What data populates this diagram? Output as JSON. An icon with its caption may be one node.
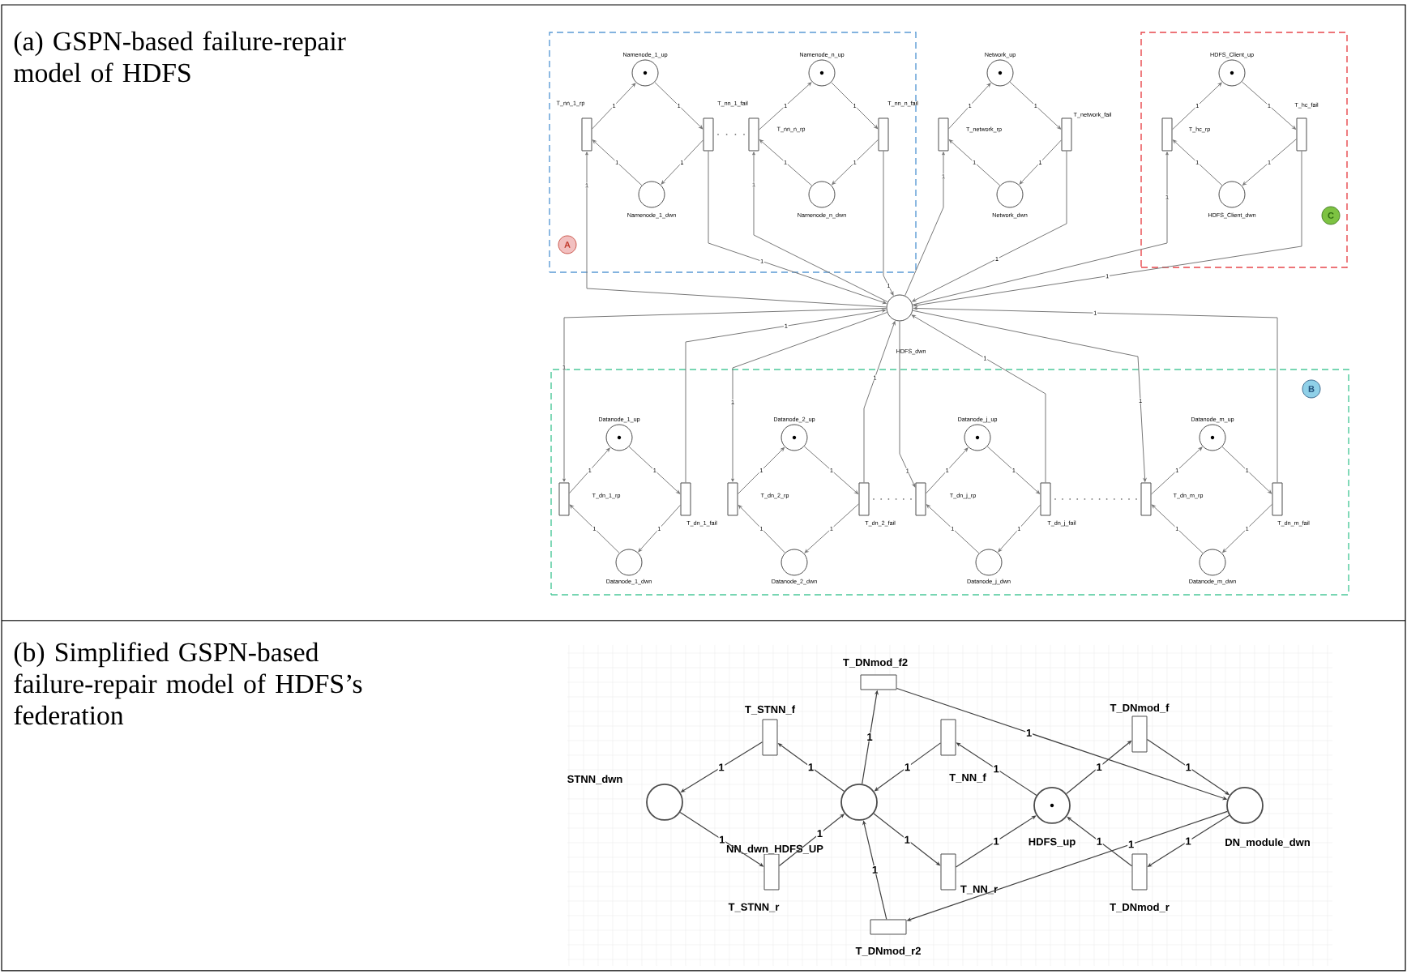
{
  "diagram": {
    "nodes": [
      {
        "text": [],
        "shape": "box"
      },
      {
        "text": [
          "A"
        ],
        "in": 0
      },
      {
        "text": [
          "Namenode_1_up"
        ],
        "in": 0
      },
      {
        "text": [
          "T_nn_1_rp"
        ],
        "in": 0
      },
      {
        "text": [
          "T_nn_1_fail"
        ],
        "in": 0
      },
      {
        "text": [
          "Namenode_1_dwn"
        ],
        "in": 0
      },
      {
        "text": [
          "Namenode_n_up"
        ],
        "in": 0
      },
      {
        "text": [
          "T_nn_n_rp"
        ],
        "in": 0
      },
      {
        "text": [
          "T_nn_n_fail"
        ],
        "in": 0
      },
      {
        "text": [
          "Namenode_n_dwn"
        ],
        "in": 0
      },
      {
        "text": [
          "Network_up"
        ]
      },
      {
        "text": [
          "T_network_rp"
        ]
      },
      {
        "text": [
          "T_network_fail"
        ]
      },
      {
        "text": [
          "Network_dwn"
        ]
      },
      {
        "text": [],
        "shape": "box"
      },
      {
        "text": [
          "C"
        ],
        "in": 14
      },
      {
        "text": [
          "HDFS_Client_up"
        ],
        "in": 14
      },
      {
        "text": [
          "T_hc_rp"
        ],
        "in": 14
      },
      {
        "text": [
          "T_hc_fail"
        ],
        "in": 14
      },
      {
        "text": [
          "HDFS_Client_dwn"
        ],
        "in": 14
      },
      {
        "text": [
          "HDFS_dwn"
        ]
      },
      {
        "text": [],
        "shape": "box"
      },
      {
        "text": [
          "B"
        ],
        "in": 21
      },
      {
        "text": [
          "Datanode_1_up"
        ],
        "in": 21
      },
      {
        "text": [
          "T_dn_1_rp"
        ],
        "in": 21
      },
      {
        "text": [
          "T_dn_1_fail"
        ],
        "in": 21
      },
      {
        "text": [
          "Datanode_1_dwn"
        ],
        "in": 21
      },
      {
        "text": [
          "Datanode_2_up"
        ],
        "in": 21
      },
      {
        "text": [
          "T_dn_2_rp"
        ],
        "in": 21
      },
      {
        "text": [
          "T_dn_2_fail"
        ],
        "in": 21
      },
      {
        "text": [
          "Datanode_2_dwn"
        ],
        "in": 21
      },
      {
        "text": [
          "Datanode_j_up"
        ],
        "in": 21
      },
      {
        "text": [
          "T_dn_j_rp"
        ],
        "in": 21
      },
      {
        "text": [
          "T_dn_j_fail"
        ],
        "in": 21
      },
      {
        "text": [
          "Datanode_j_dwn"
        ],
        "in": 21
      },
      {
        "text": [
          "Datanode_m_up"
        ],
        "in": 21
      },
      {
        "text": [
          "T_dn_m_rp"
        ],
        "in": 21
      },
      {
        "text": [
          "T_dn_m_fail"
        ],
        "in": 21
      },
      {
        "text": [
          "Datanode_m_dwn"
        ],
        "in": 21
      },
      {
        "text": [
          "STNN_dwn"
        ]
      },
      {
        "text": [
          "T_STNN_f"
        ]
      },
      {
        "text": [
          "T_STNN_r"
        ]
      },
      {
        "text": [
          "NN_dwn_HDFS_UP"
        ]
      },
      {
        "text": [
          "T_DNmod_f2"
        ]
      },
      {
        "text": [
          "T_NN_f"
        ]
      },
      {
        "text": [
          "T_NN_r"
        ]
      },
      {
        "text": [
          "T_DNmod_r2"
        ]
      },
      {
        "text": [
          "HDFS_up"
        ]
      },
      {
        "text": [
          "T_DNmod_f"
        ]
      },
      {
        "text": [
          "T_DNmod_r"
        ]
      },
      {
        "text": [
          "DN_module_dwn"
        ]
      }
    ],
    "edges": [
      {
        "from": 3,
        "to": 2,
        "arrow": "to",
        "label": "1"
      },
      {
        "from": 2,
        "to": 4,
        "arrow": "to",
        "label": "1"
      },
      {
        "from": 4,
        "to": 5,
        "arrow": "to",
        "label": "1"
      },
      {
        "from": 5,
        "to": 3,
        "arrow": "to",
        "label": "1"
      },
      {
        "from": 7,
        "to": 6,
        "arrow": "to",
        "label": "1"
      },
      {
        "from": 6,
        "to": 8,
        "arrow": "to",
        "label": "1"
      },
      {
        "from": 8,
        "to": 9,
        "arrow": "to",
        "label": "1"
      },
      {
        "from": 9,
        "to": 7,
        "arrow": "to",
        "label": "1"
      },
      {
        "from": 11,
        "to": 10,
        "arrow": "to",
        "label": "1"
      },
      {
        "from": 10,
        "to": 12,
        "arrow": "to",
        "label": "1"
      },
      {
        "from": 12,
        "to": 13,
        "arrow": "to",
        "label": "1"
      },
      {
        "from": 13,
        "to": 11,
        "arrow": "to",
        "label": "1"
      },
      {
        "from": 17,
        "to": 16,
        "arrow": "to",
        "label": "1"
      },
      {
        "from": 16,
        "to": 18,
        "arrow": "to",
        "label": "1"
      },
      {
        "from": 18,
        "to": 19,
        "arrow": "to",
        "label": "1"
      },
      {
        "from": 19,
        "to": 17,
        "arrow": "to",
        "label": "1"
      },
      {
        "from": 24,
        "to": 23,
        "arrow": "to",
        "label": "1"
      },
      {
        "from": 23,
        "to": 25,
        "arrow": "to",
        "label": "1"
      },
      {
        "from": 25,
        "to": 26,
        "arrow": "to",
        "label": "1"
      },
      {
        "from": 26,
        "to": 24,
        "arrow": "to",
        "label": "1"
      },
      {
        "from": 28,
        "to": 27,
        "arrow": "to",
        "label": "1"
      },
      {
        "from": 27,
        "to": 29,
        "arrow": "to",
        "label": "1"
      },
      {
        "from": 29,
        "to": 30,
        "arrow": "to",
        "label": "1"
      },
      {
        "from": 30,
        "to": 28,
        "arrow": "to",
        "label": "1"
      },
      {
        "from": 32,
        "to": 31,
        "arrow": "to",
        "label": "1"
      },
      {
        "from": 31,
        "to": 33,
        "arrow": "to",
        "label": "1"
      },
      {
        "from": 33,
        "to": 34,
        "arrow": "to",
        "label": "1"
      },
      {
        "from": 34,
        "to": 32,
        "arrow": "to",
        "label": "1"
      },
      {
        "from": 36,
        "to": 35,
        "arrow": "to",
        "label": "1"
      },
      {
        "from": 35,
        "to": 37,
        "arrow": "to",
        "label": "1"
      },
      {
        "from": 37,
        "to": 38,
        "arrow": "to",
        "label": "1"
      },
      {
        "from": 38,
        "to": 36,
        "arrow": "to",
        "label": "1"
      },
      {
        "from": 4,
        "to": 20,
        "arrow": "to",
        "label": "1"
      },
      {
        "from": 20,
        "to": 3,
        "arrow": "to",
        "label": "1"
      },
      {
        "from": 8,
        "to": 20,
        "arrow": "to",
        "label": "1"
      },
      {
        "from": 20,
        "to": 7,
        "arrow": "to",
        "label": "1"
      },
      {
        "from": 12,
        "to": 20,
        "arrow": "to",
        "label": "1"
      },
      {
        "from": 20,
        "to": 11,
        "arrow": "to",
        "label": "1"
      },
      {
        "from": 18,
        "to": 20,
        "arrow": "to",
        "label": "1"
      },
      {
        "from": 20,
        "to": 17,
        "arrow": "to",
        "label": "1"
      },
      {
        "from": 25,
        "to": 20,
        "arrow": "to",
        "label": "1"
      },
      {
        "from": 20,
        "to": 24,
        "arrow": "to",
        "label": "1"
      },
      {
        "from": 29,
        "to": 20,
        "arrow": "to",
        "label": "1"
      },
      {
        "from": 20,
        "to": 28,
        "arrow": "to",
        "label": "1"
      },
      {
        "from": 33,
        "to": 20,
        "arrow": "to",
        "label": "1"
      },
      {
        "from": 20,
        "to": 32,
        "arrow": "to",
        "label": "1"
      },
      {
        "from": 37,
        "to": 20,
        "arrow": "to",
        "label": "1"
      },
      {
        "from": 20,
        "to": 36,
        "arrow": "to",
        "label": "1"
      },
      {
        "from": 42,
        "to": 40,
        "arrow": "to",
        "label": "1"
      },
      {
        "from": 40,
        "to": 39,
        "arrow": "to",
        "label": "1"
      },
      {
        "from": 39,
        "to": 41,
        "arrow": "to",
        "label": "1"
      },
      {
        "from": 41,
        "to": 42,
        "arrow": "to",
        "label": "1"
      },
      {
        "from": 42,
        "to": 43,
        "arrow": "to",
        "label": "1"
      },
      {
        "from": 43,
        "to": 50,
        "arrow": "to",
        "label": "1"
      },
      {
        "from": 44,
        "to": 42,
        "arrow": "to",
        "label": "1"
      },
      {
        "from": 47,
        "to": 44,
        "arrow": "to",
        "label": "1"
      },
      {
        "from": 42,
        "to": 45,
        "arrow": "to",
        "label": "1"
      },
      {
        "from": 45,
        "to": 47,
        "arrow": "to",
        "label": "1"
      },
      {
        "from": 47,
        "to": 48,
        "arrow": "to",
        "label": "1"
      },
      {
        "from": 48,
        "to": 50,
        "arrow": "to",
        "label": "1"
      },
      {
        "from": 50,
        "to": 49,
        "arrow": "to",
        "label": "1"
      },
      {
        "from": 49,
        "to": 47,
        "arrow": "to",
        "label": "1"
      },
      {
        "from": 50,
        "to": 46,
        "arrow": "to",
        "label": "1"
      },
      {
        "from": 46,
        "to": 42,
        "arrow": "to",
        "label": "1"
      }
    ],
    "labels": [
      "(a) GSPN-based failure-repair model of HDFS",
      "(b) Simplified GSPN-based failure-repair model of HDFS’s federation"
    ]
  }
}
